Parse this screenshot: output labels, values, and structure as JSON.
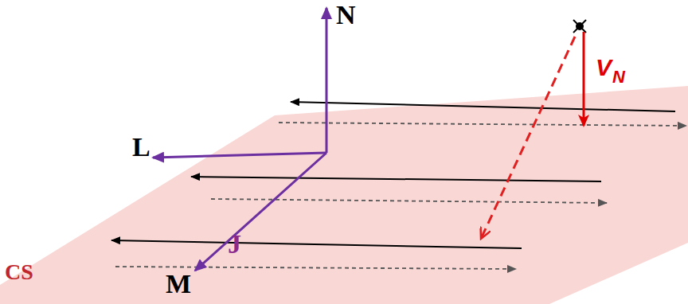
{
  "diagram": {
    "labels": [
      "N",
      "L",
      "M",
      "J",
      "CS",
      "V",
      "N"
    ]
  }
}
